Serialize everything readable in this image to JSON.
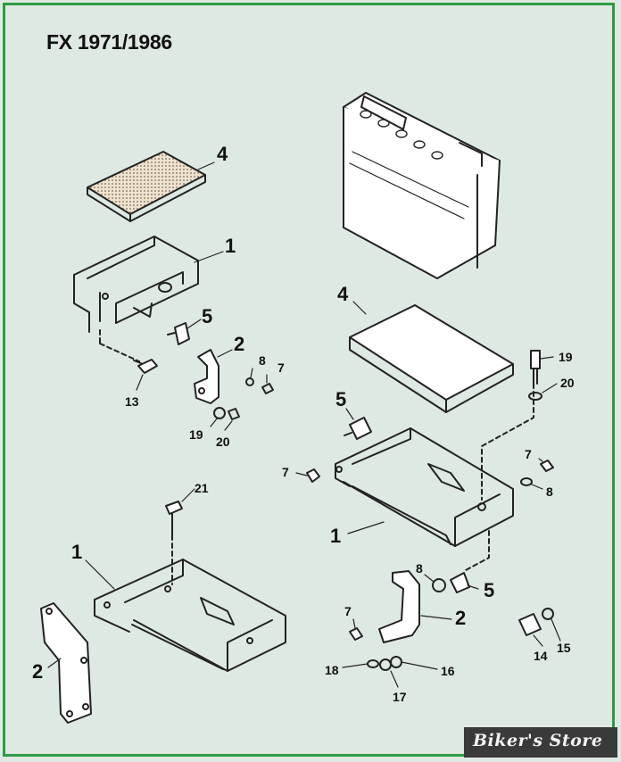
{
  "title": "FX 1971/1986",
  "watermark": "Biker's Store",
  "part_numbers": {
    "top_left": {
      "pad": "4",
      "tray": "1",
      "mount": "5",
      "bracket": "2",
      "bolt": "13",
      "washer_a": "8",
      "nut_a": "7",
      "washer_b": "19",
      "washer_c": "20"
    },
    "right": {
      "pad": "4",
      "mount_a": "5",
      "bolt": "19",
      "washer": "20",
      "nut_l": "7",
      "nut_r": "7",
      "washer_r": "8",
      "tray": "1",
      "washer_low": "8",
      "mount_b": "5",
      "nut_low": "7",
      "bracket": "2",
      "washer_18": "18",
      "washer_16": "16",
      "washer_17": "17",
      "cap_14": "14",
      "cap_15": "15"
    },
    "bottom_left": {
      "screw": "21",
      "tray": "1",
      "bracket": "2"
    }
  }
}
